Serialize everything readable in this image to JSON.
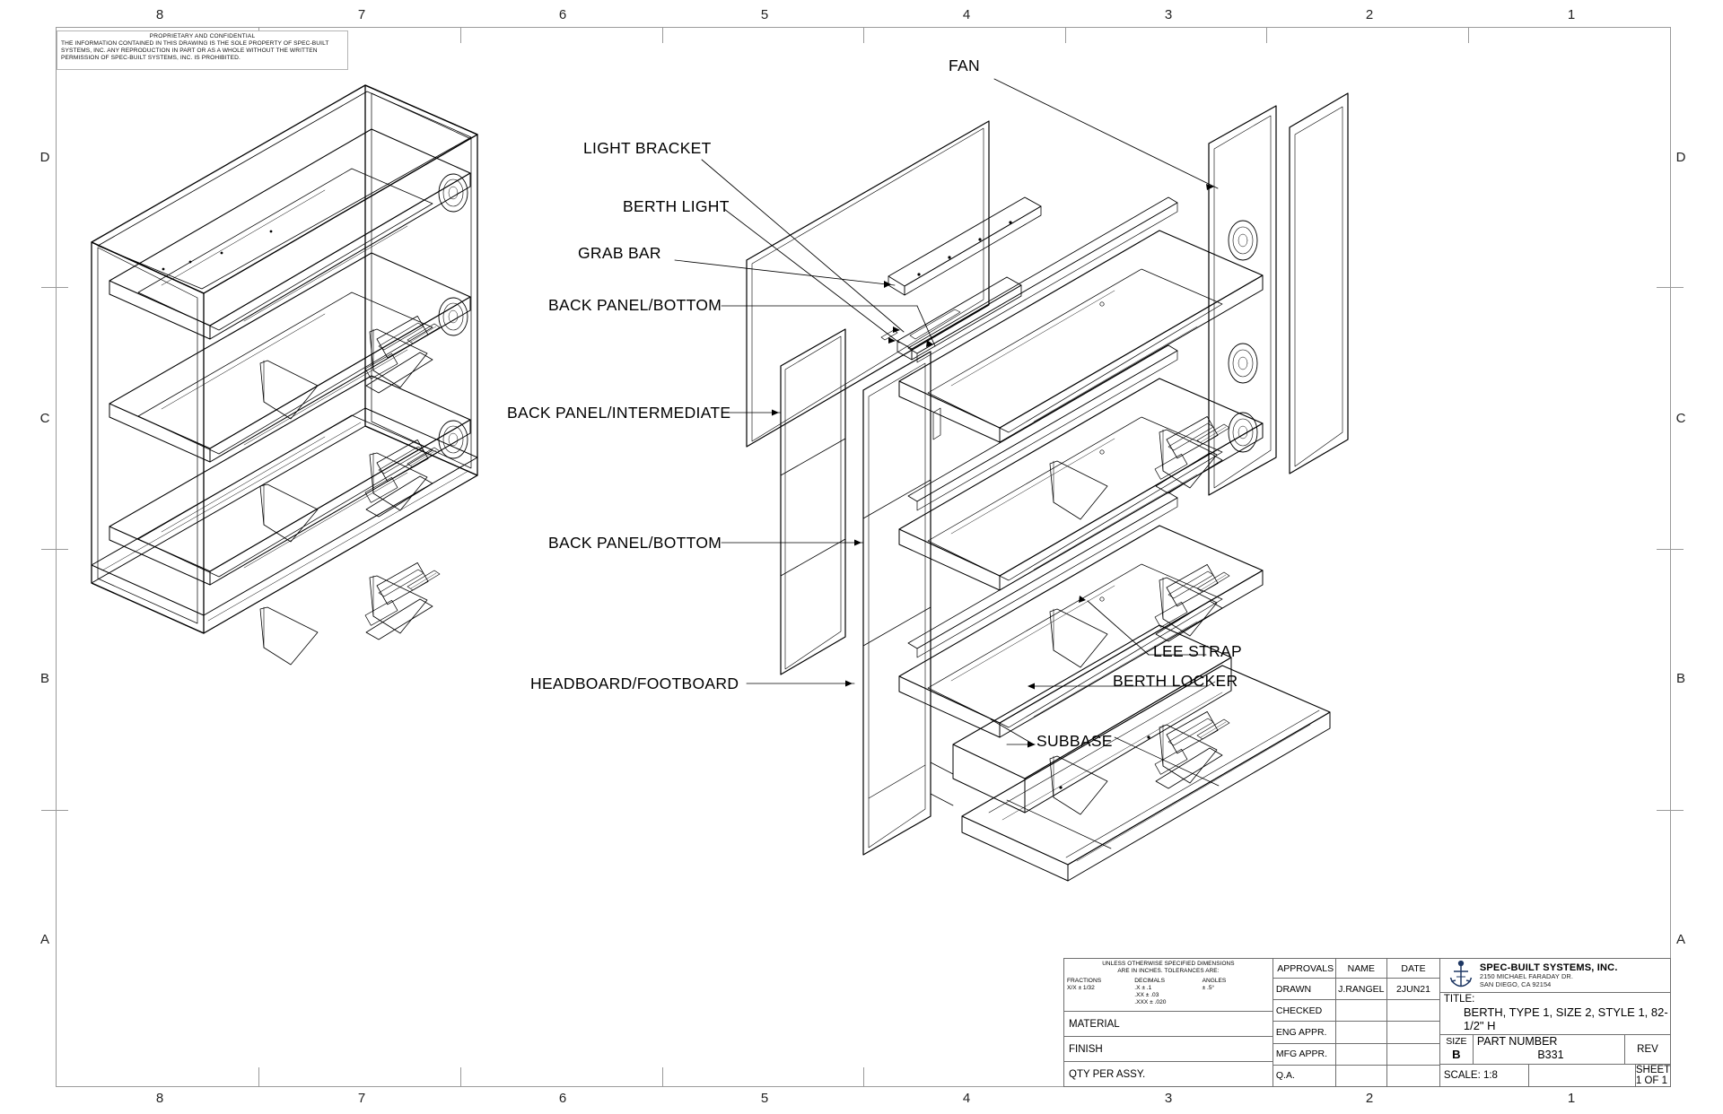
{
  "sheet": {
    "zone_numbers": [
      "8",
      "7",
      "6",
      "5",
      "4",
      "3",
      "2",
      "1"
    ],
    "zone_letters": [
      "D",
      "C",
      "B",
      "A"
    ]
  },
  "proprietary_note": {
    "heading": "PROPRIETARY AND CONFIDENTIAL",
    "line1": "THE INFORMATION CONTAINED IN THIS DRAWING IS THE SOLE PROPERTY OF SPEC-BUILT",
    "line2": "SYSTEMS, INC.  ANY REPRODUCTION IN PART OR AS A WHOLE WITHOUT THE WRITTEN",
    "line3": "PERMISSION OF SPEC-BUILT SYSTEMS, INC. IS PROHIBITED."
  },
  "callouts": [
    {
      "id": "fan",
      "label": "FAN"
    },
    {
      "id": "light-bracket",
      "label": "LIGHT BRACKET"
    },
    {
      "id": "berth-light",
      "label": "BERTH LIGHT"
    },
    {
      "id": "grab-bar",
      "label": "GRAB BAR"
    },
    {
      "id": "back-panel-bottom-top",
      "label": "BACK PANEL/BOTTOM"
    },
    {
      "id": "back-panel-intermediate",
      "label": "BACK PANEL/INTERMEDIATE"
    },
    {
      "id": "back-panel-bottom",
      "label": "BACK PANEL/BOTTOM"
    },
    {
      "id": "headboard-footboard",
      "label": "HEADBOARD/FOOTBOARD"
    },
    {
      "id": "lee-strap",
      "label": "LEE STRAP"
    },
    {
      "id": "berth-locker",
      "label": "BERTH LOCKER"
    },
    {
      "id": "subbase",
      "label": "SUBBASE"
    }
  ],
  "title_block": {
    "tolerance": {
      "note_line1": "UNLESS OTHERWISE SPECIFIED DIMENSIONS",
      "note_line2": "ARE IN INCHES.   TOLERANCES ARE:",
      "fractions_label": "FRACTIONS",
      "fractions_value": "X/X ± 1/32",
      "decimals_label": "DECIMALS",
      "decimals_x": ".X     ± .1",
      "decimals_xx": ".XX   ± .03",
      "decimals_xxx": ".XXX ± .020",
      "angles_label": "ANGLES",
      "angles_value": "± .5°"
    },
    "rows": {
      "material": "MATERIAL",
      "finish": "FINISH",
      "qty_per_assy": "QTY PER ASSY."
    },
    "approvals": {
      "header_approvals": "APPROVALS",
      "header_name": "NAME",
      "header_date": "DATE",
      "items": [
        {
          "label": "DRAWN",
          "name": "J.RANGEL",
          "date": "2JUN21"
        },
        {
          "label": "CHECKED",
          "name": "",
          "date": ""
        },
        {
          "label": "ENG APPR.",
          "name": "",
          "date": ""
        },
        {
          "label": "MFG APPR.",
          "name": "",
          "date": ""
        },
        {
          "label": "Q.A.",
          "name": "",
          "date": ""
        }
      ]
    },
    "company": {
      "name": "SPEC-BUILT SYSTEMS, INC.",
      "address1": "2150 MICHAEL FARADAY DR.",
      "address2": "SAN DIEGO, CA 92154",
      "logo_color": "#1f3864"
    },
    "title_label": "TITLE:",
    "title_value": "BERTH, TYPE 1, SIZE 2, STYLE 1, 82-1/2\" H",
    "size_label": "SIZE",
    "size_value": "B",
    "part_number_label": "PART NUMBER",
    "part_number_value": "B331",
    "rev_label": "REV",
    "rev_value": "",
    "scale_label": "SCALE: 1:8",
    "sheet_label": "SHEET 1 OF 1"
  }
}
